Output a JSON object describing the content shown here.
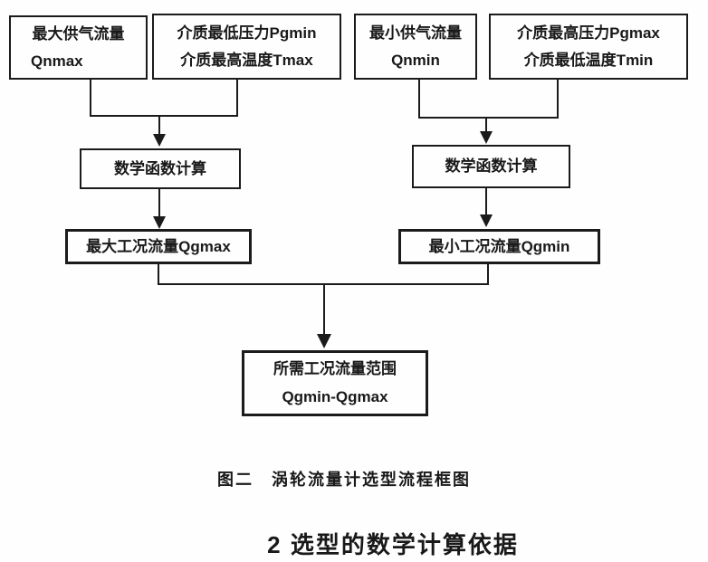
{
  "figure": {
    "boxes": {
      "qnmax": {
        "line1": "最大供气流量",
        "line2": "Qnmax"
      },
      "pgmin_tmax": {
        "line1": "介质最低压力Pgmin",
        "line2": "介质最高温度Tmax"
      },
      "qnmin": {
        "line1": "最小供气流量",
        "line2": "Qnmin"
      },
      "pgmax_tmin": {
        "line1": "介质最高压力Pgmax",
        "line2": "介质最低温度Tmin"
      },
      "math_left": {
        "label": "数学函数计算"
      },
      "math_right": {
        "label": "数学函数计算"
      },
      "qgmax": {
        "label": "最大工况流量Qgmax"
      },
      "qgmin": {
        "label": "最小工况流量Qgmin"
      },
      "result": {
        "line1": "所需工况流量范围",
        "line2": "Qgmin-Qgmax"
      }
    },
    "caption": "图二　涡轮流量计选型流程框图",
    "colors": {
      "ink": "#1b1b1b",
      "paper": "#fefefe"
    }
  },
  "section_heading": "2 选型的数学计算依据"
}
